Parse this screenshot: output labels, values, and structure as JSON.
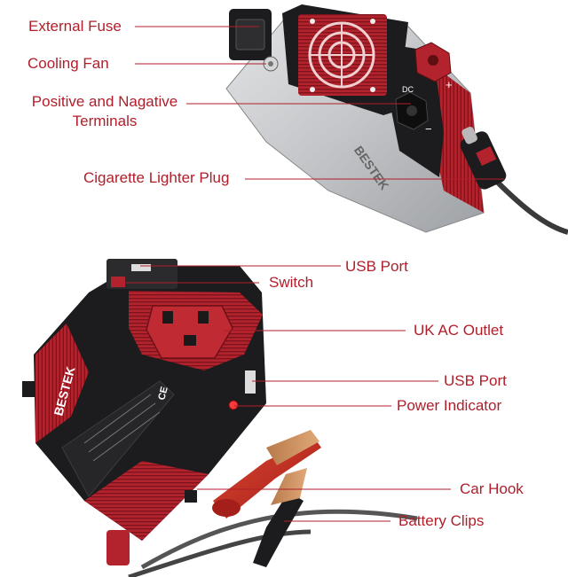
{
  "colors": {
    "label_text": "#b01e2a",
    "leader_line": "#b01e2a",
    "product_red": "#b3232d",
    "product_black": "#1c1c1e",
    "product_silver": "#c9cbce"
  },
  "top_product": {
    "callouts": [
      {
        "id": "external-fuse",
        "text": "External Fuse"
      },
      {
        "id": "cooling-fan",
        "text": "Cooling Fan"
      },
      {
        "id": "terminals",
        "text_lines": [
          "Positive and Nagative",
          "Terminals"
        ]
      },
      {
        "id": "cigarette-lighter-plug",
        "text": "Cigarette Lighter Plug"
      }
    ],
    "terminal_marks": {
      "positive": "+",
      "negative": "−",
      "dc": "DC"
    }
  },
  "bottom_product": {
    "brand": "BESTEK",
    "ce_mark": "CE",
    "callouts": [
      {
        "id": "usb-port-top",
        "text": "USB Port"
      },
      {
        "id": "switch",
        "text": "Switch"
      },
      {
        "id": "uk-ac-outlet",
        "text": "UK AC Outlet"
      },
      {
        "id": "usb-port-side",
        "text": "USB Port"
      },
      {
        "id": "power-indicator",
        "text": "Power Indicator"
      },
      {
        "id": "car-hook",
        "text": "Car Hook"
      },
      {
        "id": "battery-clips",
        "text": "Battery Clips"
      }
    ]
  }
}
